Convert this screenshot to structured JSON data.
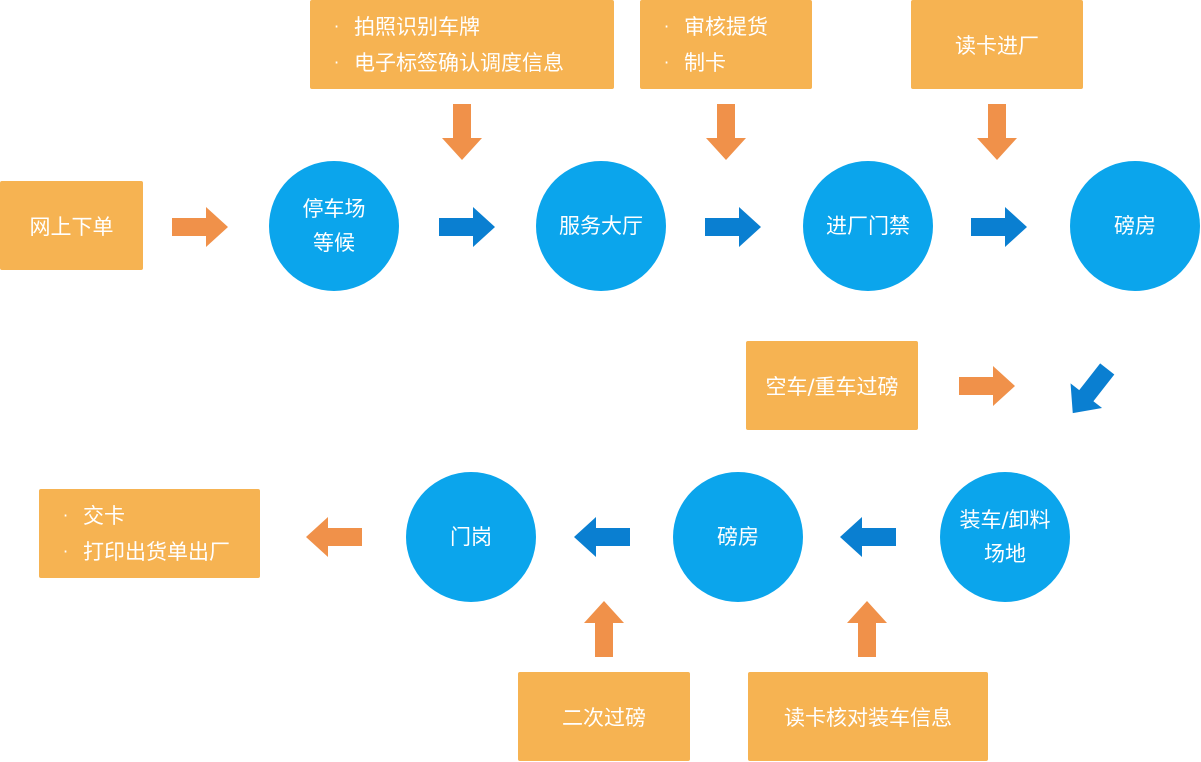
{
  "boxes": {
    "order_online": "网上下单",
    "top1": {
      "line1": "拍照识别车牌",
      "line2": "电子标签确认调度信息"
    },
    "top2": {
      "line1": "审核提货",
      "line2": "制卡"
    },
    "top3": "读卡进厂",
    "weigh_note": "空车/重车过磅",
    "exit_note": {
      "line1": "交卡",
      "line2": "打印出货单出厂"
    },
    "bottom1": "二次过磅",
    "bottom2": "读卡核对装车信息"
  },
  "circles": {
    "parking": {
      "line1": "停车场",
      "line2": "等候"
    },
    "service_hall": "服务大厅",
    "gate_entry": "进厂门禁",
    "weigh_house_1": "磅房",
    "loading": {
      "line1": "装车/卸料",
      "line2": "场地"
    },
    "weigh_house_2": "磅房",
    "guard_post": "门岗"
  },
  "bullet_char": "·",
  "colors": {
    "orange_box": "#F6B352",
    "orange_arrow": "#F0914A",
    "blue_circle": "#0BA5EC",
    "blue_arrow": "#0A7FD1"
  },
  "icons": {
    "arrow": "block-arrow-icon"
  }
}
